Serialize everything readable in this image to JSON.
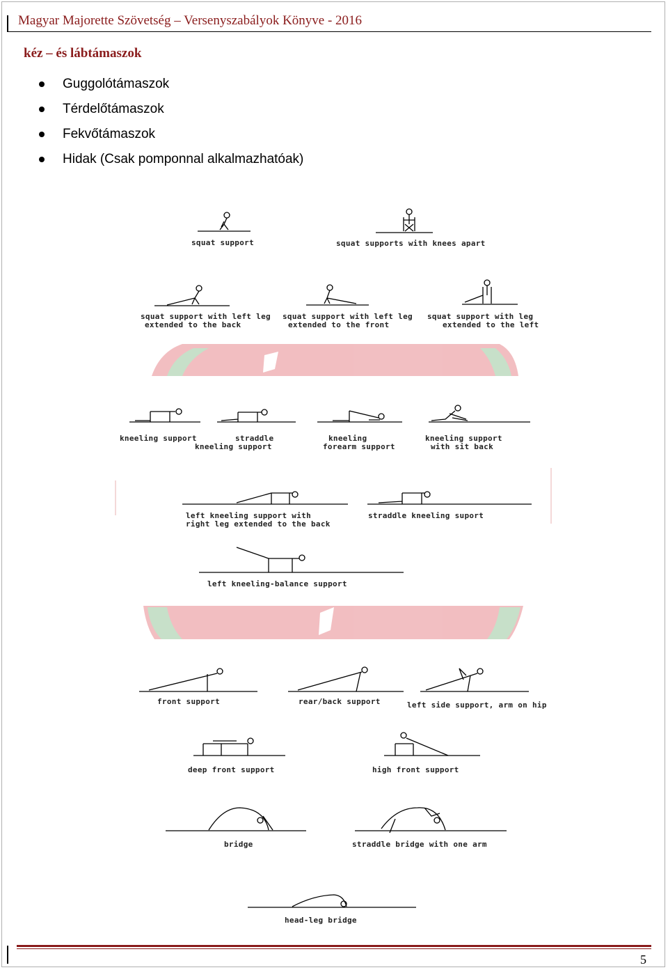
{
  "header": {
    "title": "Magyar Majorette Szövetség – Versenyszabályok Könyve - 2016"
  },
  "section": {
    "title": "kéz – és lábtámaszok",
    "bullets": [
      "Guggolótámaszok",
      "Térdelőtámaszok",
      "Fekvőtámaszok",
      "Hidak (Csak pomponnal alkalmazhatóak)"
    ]
  },
  "figures": {
    "squat_support": "squat support",
    "squat_knees_apart": "squat supports with knees apart",
    "squat_left_back_1": "squat support with left leg",
    "squat_left_back_2": "extended to the back",
    "squat_left_front_1": "squat support  with left leg",
    "squat_left_front_2": "extended to the front",
    "squat_leg_left_1": "squat support  with leg",
    "squat_leg_left_2": "extended to the left",
    "kneeling_support": "kneeling support",
    "straddle_kneeling_1": "straddle",
    "straddle_kneeling_2": "kneeling support",
    "kneeling_forearm_1": "kneeling",
    "kneeling_forearm_2": "forearm support",
    "kneeling_sit_back_1": "kneeling support",
    "kneeling_sit_back_2": "with sit back",
    "left_kneeling_right_leg_1": "left kneeling support with",
    "left_kneeling_right_leg_2": "right leg extended to the back",
    "straddle_kneeling_suport": "straddle kneeling suport",
    "left_kneeling_balance": "left kneeling-balance support",
    "front_support": "front support",
    "rear_back_support": "rear/back support",
    "left_side_support": "left side support, arm on hip",
    "deep_front_support": "deep front support",
    "high_front_support": "high front support",
    "bridge": "bridge",
    "straddle_bridge_one_arm": "straddle bridge with one arm",
    "head_leg_bridge": "head-leg bridge"
  },
  "watermark_colors": {
    "red": "#d8505a",
    "green": "#5a9a60"
  },
  "accent_color": "#8a1c1c",
  "footer": {
    "page_number": "5"
  }
}
